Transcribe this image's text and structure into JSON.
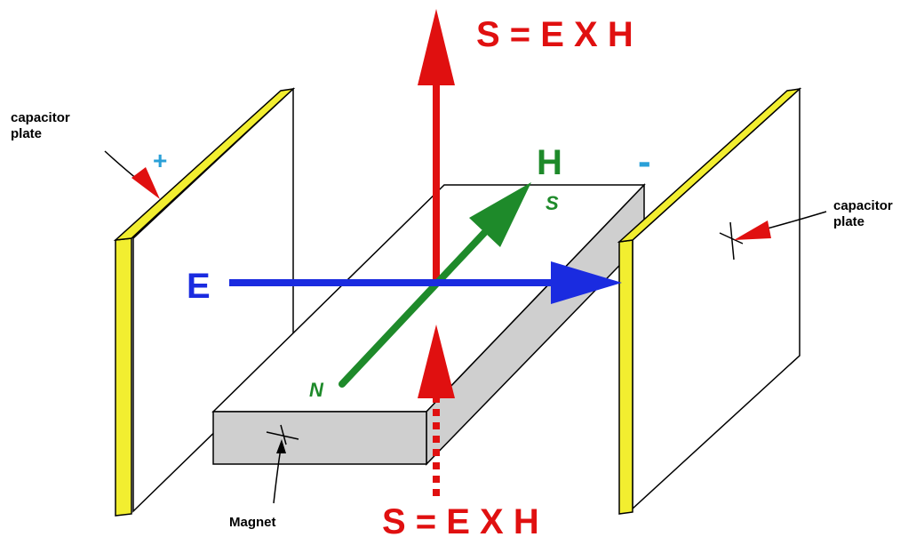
{
  "labels": {
    "poynting_top": "S = E X H",
    "poynting_bottom": "S = E X H",
    "e_field": "E",
    "h_field": "H",
    "plus_sign": "+",
    "minus_sign": "-",
    "north_pole": "N",
    "south_pole": "S",
    "left_plate_line1": "capacitor",
    "left_plate_line2": "plate",
    "right_plate_line1": "capacitor",
    "right_plate_line2": "plate",
    "magnet": "Magnet"
  },
  "colors": {
    "poynting": "#e01010",
    "e_field": "#1a2be0",
    "h_field": "#1e8a2a",
    "plate_edge": "#f2ee30",
    "plus": "#2aa0d8",
    "minus": "#2aa0d8",
    "magnet_side": "#cfcfcf"
  }
}
